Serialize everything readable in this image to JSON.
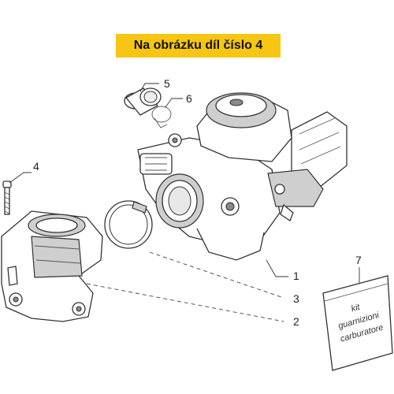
{
  "banner": {
    "text": "Na obrázku díl číslo 4",
    "color": "#f7c612"
  },
  "callouts": [
    {
      "number": "1",
      "part": "carburetor"
    },
    {
      "number": "2",
      "part": "intake-manifold"
    },
    {
      "number": "3",
      "part": "hose-clamp"
    },
    {
      "number": "4",
      "part": "screw"
    },
    {
      "number": "5",
      "part": "sleeve"
    },
    {
      "number": "6",
      "part": "spring-clip"
    },
    {
      "number": "7",
      "part": "gasket-kit"
    }
  ],
  "gasket_kit": {
    "line1": "kit",
    "line2": "guarnizioni",
    "line3": "carburatore"
  }
}
